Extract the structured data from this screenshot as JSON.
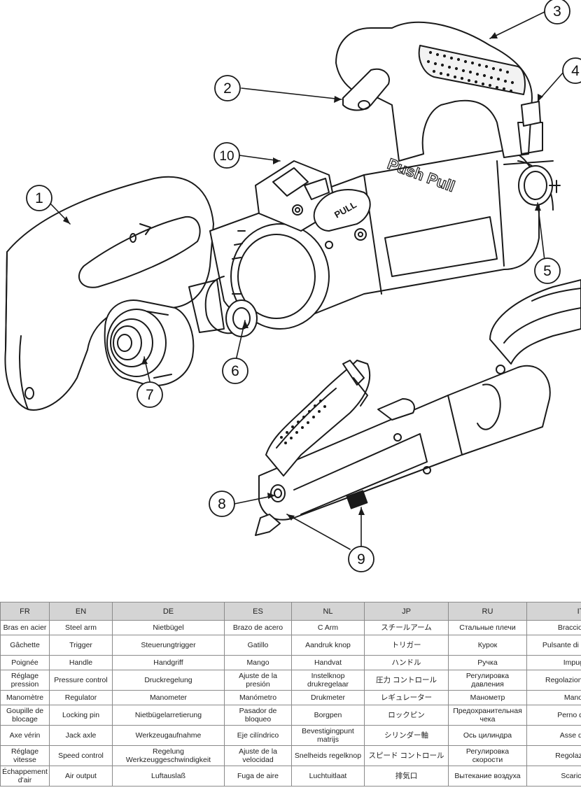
{
  "callouts": [
    "1",
    "2",
    "3",
    "4",
    "5",
    "6",
    "7",
    "8",
    "9",
    "10"
  ],
  "tool_labels": {
    "brand": "Push Pull",
    "pull_label": "PULL"
  },
  "table": {
    "headers": [
      "FR",
      "EN",
      "DE",
      "ES",
      "NL",
      "JP",
      "RU",
      "IT"
    ],
    "rows": [
      [
        "Bras en acier",
        "Steel arm",
        "Nietbügel",
        "Brazo de acero",
        "C Arm",
        "スチールアーム",
        "Стальные плечи",
        "Braccio in acc"
      ],
      [
        "Gâchette",
        "Trigger",
        "Steuerungtrigger",
        "Gatillo",
        "Aandruk knop",
        "トリガー",
        "Курок",
        "Pulsante di avanzamen"
      ],
      [
        "Poignée",
        "Handle",
        "Handgriff",
        "Mango",
        "Handvat",
        "ハンドル",
        "Ручка",
        "Impugnatu"
      ],
      [
        "Réglage pression",
        "Pressure control",
        "Druckregelung",
        "Ajuste de la presión",
        "Instelknop drukregelaar",
        "圧力 コントロール",
        "Регулировка давления",
        "Regolazion pressione"
      ],
      [
        "Manomètre",
        "Regulator",
        "Manometer",
        "Manómetro",
        "Drukmeter",
        "レギュレーター",
        "Манометр",
        "Manometr"
      ],
      [
        "Goupille de blocage",
        "Locking pin",
        "Nietbügelarretierung",
        "Pasador de bloqueo",
        "Borgpen",
        "ロックピン",
        "Предохранительная чека",
        "Perno di blocc"
      ],
      [
        "Axe vérin",
        "Jack axle",
        "Werkzeugaufnahme",
        "Eje cilíndrico",
        "Bevestigingpunt matrijs",
        "シリンダー軸",
        "Ось цилиндра",
        "Asse del pist"
      ],
      [
        "Réglage vitesse",
        "Speed control",
        "Regelung Werkzeuggeschwindigkeit",
        "Ajuste de la velocidad",
        "Snelheids regelknop",
        "スピード コントロール",
        "Регулировка скорости",
        "Regolazione ve"
      ],
      [
        "Échappement d'air",
        "Air output",
        "Luftauslaß",
        "Fuga de aire",
        "Luchtuitlaat",
        "排気口",
        "Вытекание воздуха",
        "Scarico dell'"
      ]
    ]
  }
}
